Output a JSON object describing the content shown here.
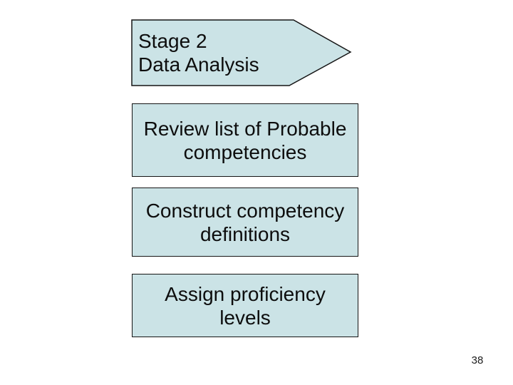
{
  "slide": {
    "background": "#ffffff",
    "shape_fill": "#cbe3e6",
    "shape_border": "#151515",
    "text_color": "#0d0d0d",
    "page_number": "38"
  },
  "banner": {
    "line1": "Stage 2",
    "line2": "Data Analysis"
  },
  "steps": [
    {
      "line1": "Review list of Probable",
      "line2": "competencies"
    },
    {
      "line1": "Construct competency",
      "line2": "definitions"
    },
    {
      "line1": "Assign proficiency",
      "line2": "levels"
    }
  ]
}
